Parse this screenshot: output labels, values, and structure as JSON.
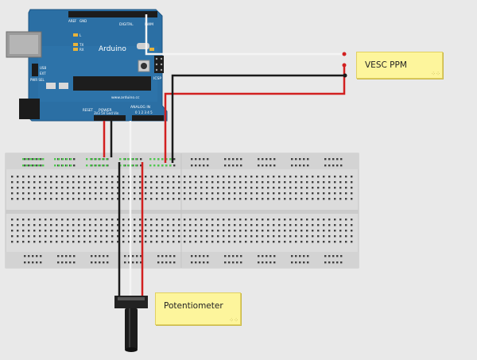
{
  "colors": {
    "background": "#e9e9e9",
    "board": "#2b6fa4",
    "board_dark": "#1d5584",
    "breadboard": "#dcdcdc",
    "note": "#fdf59c",
    "wire_red": "#d22020",
    "wire_black": "#1a1a1a",
    "wire_white": "#f4f4f4",
    "highlight_green": "#4fc94f"
  },
  "arduino": {
    "brand": "Arduino",
    "website": "www.arduino.cc",
    "digital_label": "DIGITAL",
    "pwm_label": "PWM",
    "power_label": "POWER",
    "analog_label": "ANALOG IN",
    "power_pins": "3V3 5V Gnd Vin",
    "analog_pins": "0 1 2 3 4 5",
    "icsp_label": "ICSP",
    "aref_label": "AREF",
    "gnd_label": "GND",
    "reset_label": "RESET",
    "tx_label": "TX",
    "rx_label": "RX",
    "l_label": "L",
    "usb_label": "USB",
    "ext_label": "EXT",
    "pwr_sel_label": "PWR SEL"
  },
  "notes": {
    "vesc": "VESC PPM",
    "pot": "Potentiometer"
  },
  "icons": {
    "note_grip": "resize-grip-icon",
    "pot_knob": "potentiometer-knob-icon"
  }
}
